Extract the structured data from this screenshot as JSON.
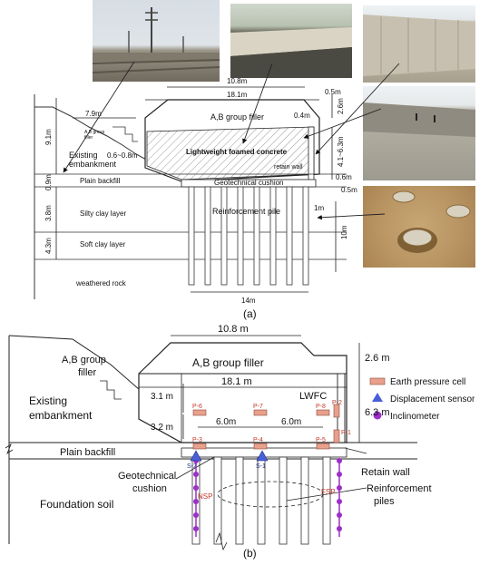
{
  "panel_a": {
    "caption": "(a)",
    "dimensions": {
      "top_width": "10.8m",
      "base_width": "18.1m",
      "right_offset": "0.5m",
      "left_step": "7.9m",
      "left_height": "9.1m",
      "top_thickness": "2.6m",
      "wall_width": "0.4m",
      "wall_height": "4.1~6.3m",
      "backfill_thickness": "0.9m",
      "cushion_extra": "0.6m",
      "wall_base": "0.5m",
      "pile_spacing": "1m",
      "silty_thickness": "3.8m",
      "soft_thickness": "4.3m",
      "pile_length": "10m",
      "pile_zone_width": "14m",
      "step_size": "0.6~0.8m"
    },
    "labels": {
      "filler": "A,B group filler",
      "lwfc": "Lightweight foamed concrete",
      "existing1": "Existing",
      "existing2": "embankment",
      "step_filler1": "A,B group",
      "step_filler2": "filler",
      "retain_wall": "retain wall",
      "backfill": "Plain backfill",
      "cushion": "Geotechnical cushion",
      "silty": "Silty clay layer",
      "pile": "Reinforcement pile",
      "soft": "Soft clay layer",
      "rock": "weathered rock"
    }
  },
  "panel_b": {
    "caption": "(b)",
    "dimensions": {
      "top_width": "10.8 m",
      "base_width": "18.1 m",
      "top_thickness": "2.6 m",
      "lwfc_height": "6.3 m",
      "upper_gap": "3.1 m",
      "lower_gap": "3.2 m",
      "spacing_left": "6.0m",
      "spacing_right": "6.0m"
    },
    "labels": {
      "filler1": "A,B group",
      "filler2": "filler",
      "filler_main": "A,B group filler",
      "lwfc": "LWFC",
      "existing1": "Existing",
      "existing2": "embankment",
      "backfill": "Plain backfill",
      "cushion1": "Geotechnical",
      "cushion2": "cushion",
      "foundation": "Foundation soil",
      "retain_wall": "Retain wall",
      "piles1": "Reinforcement",
      "piles2": "piles",
      "nsp": "NSP",
      "fsp": "FSP"
    },
    "cells": [
      {
        "id": "P-1"
      },
      {
        "id": "P-2"
      },
      {
        "id": "P-3"
      },
      {
        "id": "P-4"
      },
      {
        "id": "P-5"
      },
      {
        "id": "P-6"
      },
      {
        "id": "P-7"
      },
      {
        "id": "P-8"
      }
    ],
    "sensors": [
      {
        "id": "S-1"
      },
      {
        "id": "S-2"
      }
    ],
    "legend": [
      {
        "label": "Earth pressure cell",
        "symbol": "rect",
        "color": "#e8a08c"
      },
      {
        "label": "Displacement sensor",
        "symbol": "triangle",
        "color": "#4a5fd6"
      },
      {
        "label": "Inclinometer",
        "symbol": "circle",
        "color": "#9b2fc9"
      }
    ]
  }
}
